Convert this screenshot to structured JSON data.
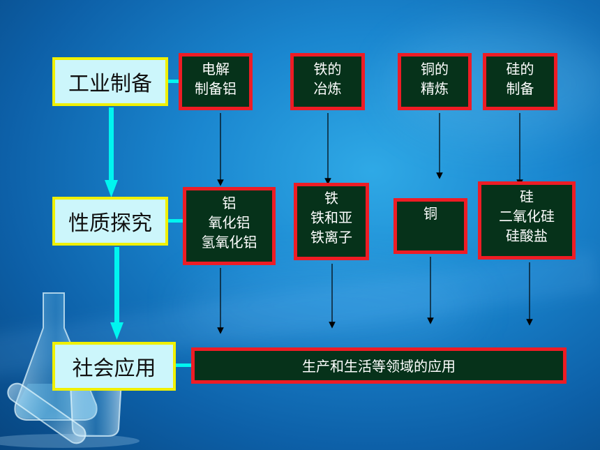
{
  "categories": {
    "industrial": "工业制备",
    "properties": "性质探究",
    "social": "社会应用"
  },
  "top_row": [
    {
      "line1": "电解",
      "line2": "制备铝"
    },
    {
      "line1": "铁的",
      "line2": "冶炼"
    },
    {
      "line1": "铜的",
      "line2": "精炼"
    },
    {
      "line1": "硅的",
      "line2": "制备"
    }
  ],
  "middle_row": [
    {
      "line1": "铝",
      "line2": "氧化铝",
      "line3": "氢氧化铝"
    },
    {
      "line1": "铁",
      "line2": "铁和亚",
      "line3": "铁离子"
    },
    {
      "line1": "铜"
    },
    {
      "line1": "硅",
      "line2": "二氧化硅",
      "line3": "硅酸盐"
    }
  ],
  "applications": "生产和生活等领域的应用",
  "colors": {
    "background": "#1a86cf",
    "category_fill": "#ccf6fb",
    "category_border": "#f0f000",
    "node_fill": "#06321a",
    "node_border": "#ee1c25",
    "connector": "#00f5f0"
  }
}
